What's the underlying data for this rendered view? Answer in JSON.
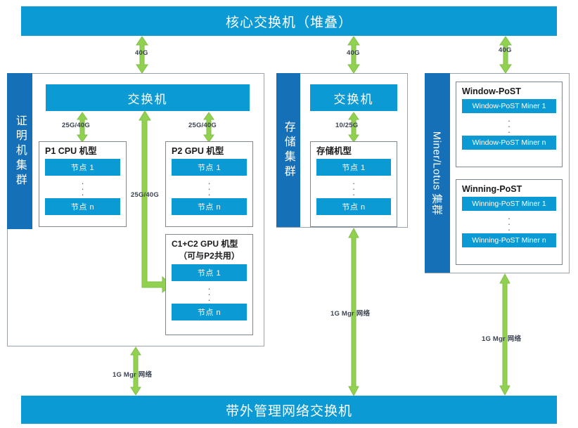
{
  "diagram": {
    "top_banner": "核心交换机（堆叠）",
    "bottom_banner": "带外管理网络交换机"
  },
  "clusters": [
    {
      "id": "proof",
      "tab_label": "证明机集群",
      "switch_label": "交换机",
      "uplink_label": "40G",
      "mgmt_label": "1G Mgr 网络",
      "links": [
        {
          "label": "25G/40G"
        },
        {
          "label": "25G/40G"
        },
        {
          "label": "25G/40G"
        }
      ],
      "boxes": [
        {
          "title": "P1 CPU 机型",
          "nodes": [
            "节点 1",
            "节点 n"
          ]
        },
        {
          "title": "P2 GPU 机型",
          "nodes": [
            "节点 1",
            "节点 n"
          ]
        },
        {
          "title_line1": "C1+C2 GPU 机型",
          "title_line2": "（可与P2共用）",
          "nodes": [
            "节点 1",
            "节点 n"
          ]
        }
      ]
    },
    {
      "id": "storage",
      "tab_label": "存储集群",
      "switch_label": "交换机",
      "uplink_label": "40G",
      "mgmt_label": "1G Mgr 网络",
      "links": [
        {
          "label": "10/25G"
        }
      ],
      "boxes": [
        {
          "title": "存储机型",
          "nodes": [
            "节点 1",
            "节点 n"
          ]
        }
      ]
    },
    {
      "id": "miner",
      "tab_label": "Miner/Lotus 集群",
      "uplink_label": "40G",
      "mgmt_label": "1G Mgr 网络",
      "boxes": [
        {
          "title": "Window-PoST",
          "nodes": [
            "Window-PoST Miner 1",
            "Window-PoST Miner n"
          ]
        },
        {
          "title": "Winning-PoST",
          "nodes": [
            "Winning-PoST Miner 1",
            "Winning-PoST Miner n"
          ]
        }
      ]
    }
  ],
  "colors": {
    "banner_blue": "#0C9AD4",
    "tab_blue": "#1670B8",
    "arrow_green": "#92D050",
    "arrow_green_border": "#7FC04A",
    "box_border": "#7d8794",
    "label_text": "#3b4351"
  }
}
